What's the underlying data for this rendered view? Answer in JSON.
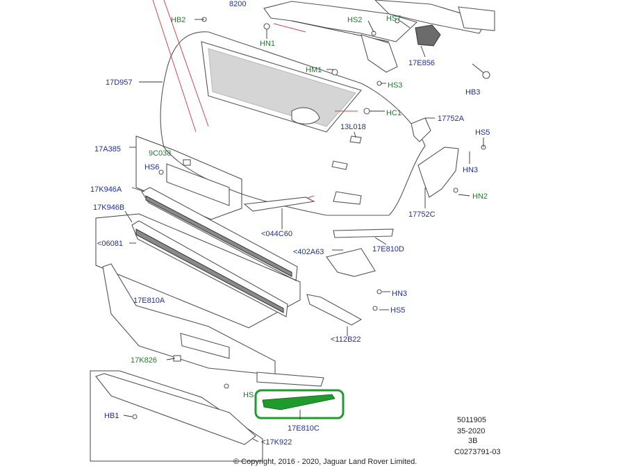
{
  "callouts": {
    "p8200": "8200",
    "hb2": "HB2",
    "hn1": "HN1",
    "hs2": "HS2",
    "hs7": "HS7",
    "p17e856": "17E856",
    "hm1": "HM1",
    "hs3": "HS3",
    "hb3": "HB3",
    "p17d957": "17D957",
    "hc1": "HC1",
    "p17752a": "17752A",
    "p13l018": "13L018",
    "hs5_top": "HS5",
    "p17a385": "17A385",
    "p9c038": "9C038",
    "hs6": "HS6",
    "hn3_top": "HN3",
    "p17k946a": "17K946A",
    "hn2": "HN2",
    "p17k946b": "17K946B",
    "p17752c": "17752C",
    "p044c60": "<044C60",
    "p06081": "<06081",
    "p17e810d": "17E810D",
    "p402a63": "<402A63",
    "hn3_mid": "HN3",
    "hs5_mid": "HS5",
    "p17e810a": "17E810A",
    "p112b22": "<112B22",
    "p17k826": "17K826",
    "hs_partial": "HS",
    "hb1": "HB1",
    "p17e810c": "17E810C",
    "p17k922": "<17K922"
  },
  "colors": {
    "callout_blue": "#1c2f9e",
    "callout_green": "#1d7d2a",
    "highlight": "#1f9a2c"
  },
  "footer": {
    "code1": "5011905",
    "code2": "35-2020",
    "code3": "3B",
    "code4": "C0273791-03",
    "copyright": "© Copyright, 2016 - 2020, Jaguar Land Rover Limited."
  }
}
